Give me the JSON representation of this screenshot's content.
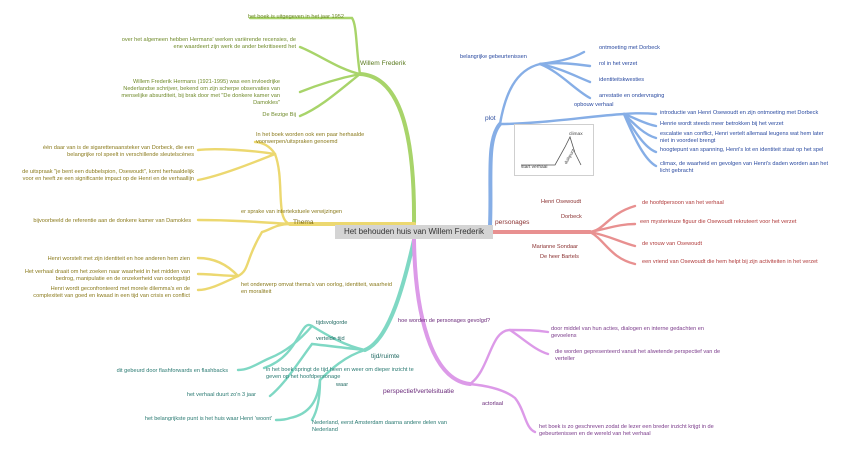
{
  "central_topic": "Het behouden huis van Willem Frederik",
  "colors": {
    "green": "#a8d46a",
    "yellow": "#ecd870",
    "blue": "#86aee6",
    "red": "#e89090",
    "teal": "#7fd8c4",
    "purple": "#dc9ae8",
    "center_bg": "#d4d4d4"
  },
  "willem": {
    "label": "Willem Frederik",
    "items": [
      "het boek is uitgegeven in het jaar 1952",
      "over het algemeen hebben Hermans' werken variërende recensies, de ene waardeert zijn werk de ander bekritiseerd het",
      "Willem Frederik Hermans (1921-1995) was een invloedrijke Nederlandse schrijver, bekend om zijn scherpe observaties van menselijke absurditeit, bij brak door met \"De donkere kamer van Damokles\"",
      "De Bezige Bij"
    ]
  },
  "thema": {
    "label": "Thema",
    "subs": [
      "In het boek worden ook een paar herhaalde voorwerpen/uitspraken genoemd",
      "er sprake van intertekstuele verwijzingen",
      "het onderwerp omvat thema's van oorlog, identiteit, waarheid en moraliteit"
    ],
    "leaves": [
      "één daar van is de sigarettenaansteker van Dorbeck, die een belangrijke rol speelt in verschillende sleutelscènes",
      "de uitspraak \"je bent een dubbelspion, Osewoudt\", komt herhaaldelijk voor en heeft ze een significante impact op de Henri en de verhaallijn",
      "bijvoorbeeld de referentie aan de donkere kamer van Damokles",
      "Henri worstelt met zijn identiteit en hoe anderen hem zien",
      "Het verhaal draait om het zoeken naar waarheid in het midden van bedrog, manipulatie en de onzekerheid van oorlogstijd",
      "Henri wordt geconfronteerd met morele dilemma's en de complexiteit van goed en kwaad in een tijd van crisis en conflict"
    ]
  },
  "plot": {
    "label": "plot",
    "gebeurtenissen_label": "belangrijke gebeurtenissen",
    "gebeurtenissen": [
      "ontmoeting met Dorbeck",
      "rol in het verzet",
      "identiteitskwesties",
      "arrestatie en ondervraging"
    ],
    "opbouw_label": "opbouw verhaal",
    "opbouw": [
      "introductie van Henri Osewoudt en zijn ontmoeting met Dorbeck",
      "Henrie wordt steeds meer betrokken bij het verzet",
      "escalatie van conflict, Henri vertelt allemaal leugens wat hem later niet in voordeel brengt",
      "hoogtepunt van spanning, Henri's lot en identiteit staat op het spel",
      "climax, de waarheid en gevolgen van Henri's daden worden aan het licht gebracht"
    ],
    "inset": {
      "climax": "climax",
      "slope": "duikpunt",
      "start": "start verhaal"
    }
  },
  "personages": {
    "label": "personages",
    "names": [
      "Henri Osewoudt",
      "Dorbeck",
      "Marianne Sondaar",
      "De heer Bartels"
    ],
    "descriptions": [
      "de hoofdpersoon van het verhaal",
      "een mysterieuze figuur die Osewoudt rekruteert voor het verzet",
      "de vrouw van Osewoudt",
      "een vriend van Osewoudt die hem helpt bij zijn activiteiten in het verzet"
    ]
  },
  "tijd": {
    "label": "tijd/ruimte",
    "subs": [
      "tijdsvolgorde",
      "vertelde tijd",
      "waar"
    ],
    "volgorde_detail": "in het boek springt de tijd heen en weer om dieper inzicht te geven op het hoofdpersonage",
    "flashbacks": "dit gebeurd door flashforwards en flashbacks",
    "duur": "het verhaal duurt zo'n 3 jaar",
    "punt": "het belangrijkste punt is het huis waar Henri 'woont'",
    "plaats": "Nederland, eerst Amsterdam daarna andere delen van Nederland"
  },
  "perspectief": {
    "label": "perspectief/vertelsituatie",
    "question": "hoe worden de personages gevolgd?",
    "answers": [
      "door middel van hun acties, dialogen en interne gedachten en gevoelens",
      "die worden gepresenteerd vanuit het alwetende perspectief van de verteller"
    ],
    "auctorial_label": "actorlaal",
    "auctorial_detail": "het boek is zo geschreven zodat de lezer een breder inzicht krijgt in de gebeurtenissen en de wereld van het verhaal"
  }
}
